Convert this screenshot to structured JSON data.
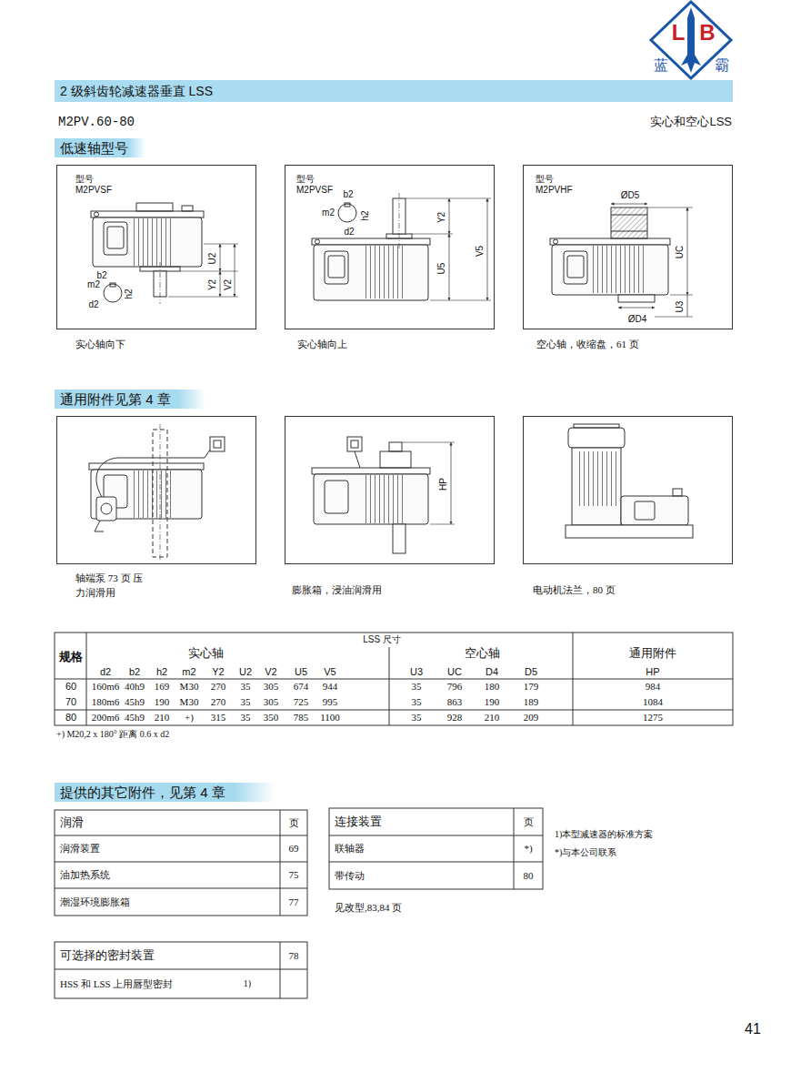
{
  "diagram": {
    "title": "2 级斜齿轮减速器垂直 LSS",
    "nodes": [
      {
        "text": [
          "L",
          "B",
          "蓝",
          "霸"
        ]
      },
      {
        "text": [
          "低速轴型号"
        ]
      },
      {
        "text": [
          "型号 M2PVSF",
          "b2",
          "m2",
          "h2",
          "d2",
          "U2",
          "Y2",
          "V2",
          "实心轴向下"
        ]
      },
      {
        "text": [
          "型号 M2PVSF",
          "b2",
          "m2",
          "h2",
          "d2",
          "Y2",
          "V5",
          "U5",
          "实心轴向上"
        ]
      },
      {
        "text": [
          "型号 M2PVHF",
          "ØD5",
          "UC",
          "U3",
          "ØD4",
          "空心轴，收缩盘，61 页"
        ]
      },
      {
        "text": [
          "通用附件见第 4 章"
        ]
      },
      {
        "text": [
          "轴端泵 73 页 压力润滑用"
        ]
      },
      {
        "text": [
          "HP",
          "膨胀箱，浸油润滑用"
        ]
      },
      {
        "text": [
          "电动机法兰，80 页"
        ]
      },
      {
        "text": [
          "提供的其它附件，见第 4 章"
        ]
      }
    ],
    "labels": [
      "M2PV.60-80",
      "实心和空心LSS",
      "规格",
      "LSS 尺寸",
      "实心轴",
      "空心轴",
      "通用附件",
      "d2",
      "b2",
      "h2",
      "m2",
      "Y2",
      "U2",
      "V2",
      "U5",
      "V5",
      "U3",
      "UC",
      "D4",
      "D5",
      "HP",
      "60",
      "160m6",
      "40h9",
      "169",
      "M30",
      "270",
      "35",
      "305",
      "674",
      "944",
      "35",
      "796",
      "180",
      "179",
      "984",
      "70",
      "180m6",
      "45h9",
      "190",
      "M30",
      "270",
      "35",
      "305",
      "725",
      "995",
      "35",
      "863",
      "190",
      "189",
      "1084",
      "80",
      "200m6",
      "45h9",
      "210",
      "+)",
      "315",
      "35",
      "350",
      "785",
      "1100",
      "35",
      "928",
      "210",
      "209",
      "1275",
      "+) M20,2 x 180° 距离 0.6 x d2",
      "润滑",
      "页",
      "润滑装置",
      "69",
      "油加热系统",
      "75",
      "潮湿环境膨胀箱",
      "77",
      "连接装置",
      "页",
      "联轴器",
      "*)",
      "带传动",
      "80",
      "1)本型减速器的标准方案",
      "*)与本公司联系",
      "见改型,83,84 页",
      "可选择的密封装置",
      "78",
      "HSS 和 LSS 上用唇型密封",
      "1)",
      "41"
    ]
  }
}
